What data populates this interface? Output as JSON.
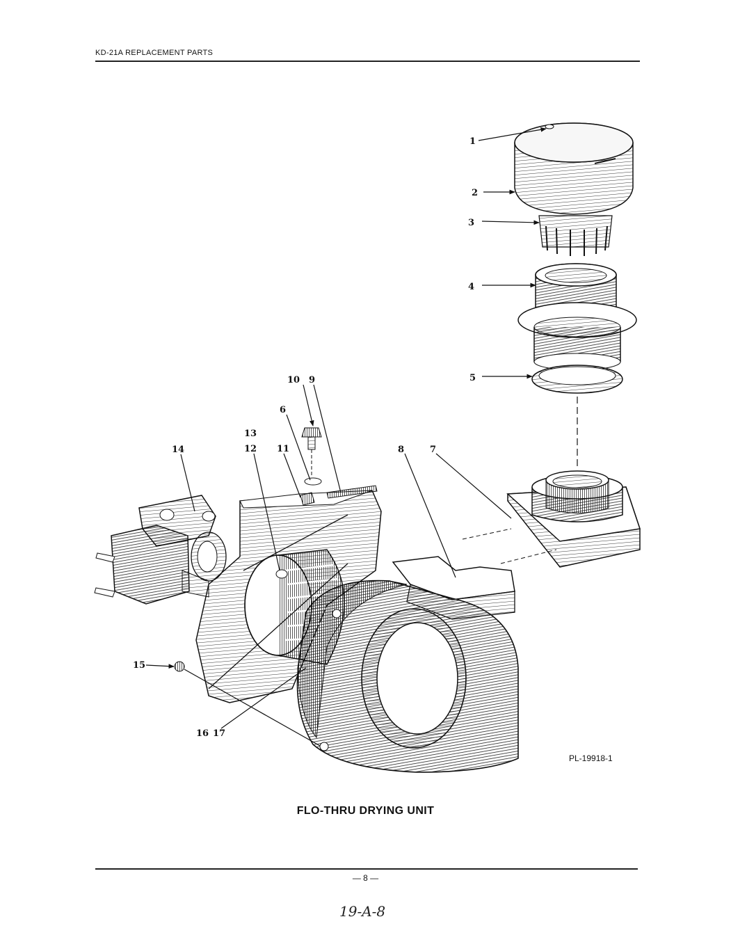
{
  "header": {
    "title": "KD-21A REPLACEMENT PARTS"
  },
  "figure": {
    "caption": "FLO-THRU DRYING UNIT",
    "plate_number": "PL-19918-1",
    "callouts": [
      "1",
      "2",
      "3",
      "4",
      "5",
      "6",
      "7",
      "8",
      "9",
      "10",
      "11",
      "12",
      "13",
      "14",
      "15",
      "16",
      "17"
    ]
  },
  "footer": {
    "page_number": "— 8 —",
    "handwritten_note": "19-A-8"
  }
}
